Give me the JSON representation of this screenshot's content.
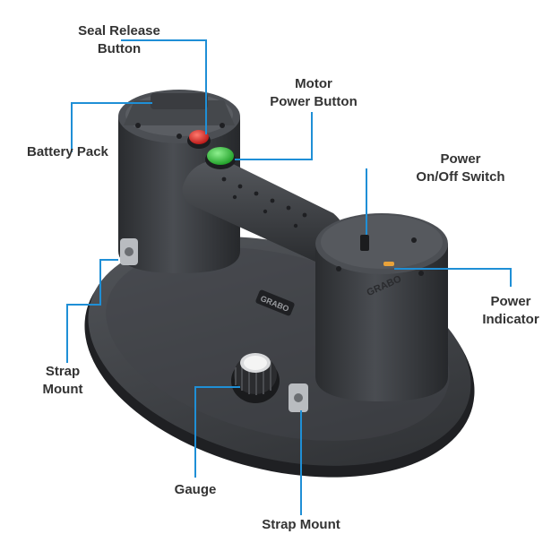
{
  "callouts": {
    "seal_release": [
      "Seal Release",
      "Button"
    ],
    "motor_power": [
      "Motor",
      "Power Button"
    ],
    "battery_pack": "Battery Pack",
    "power_switch": [
      "Power",
      "On/Off Switch"
    ],
    "power_indicator": [
      "Power",
      "Indicator"
    ],
    "strap_mount_left": [
      "Strap",
      "Mount"
    ],
    "gauge": "Gauge",
    "strap_mount_bottom": "Strap Mount"
  },
  "product": {
    "brand_text": "GRABO"
  },
  "colors": {
    "leader": "#1f8fd6",
    "body": "#3a3d41",
    "seal_button": "#d42020",
    "motor_button": "#2fc43a",
    "indicator": "#e8a23a"
  }
}
